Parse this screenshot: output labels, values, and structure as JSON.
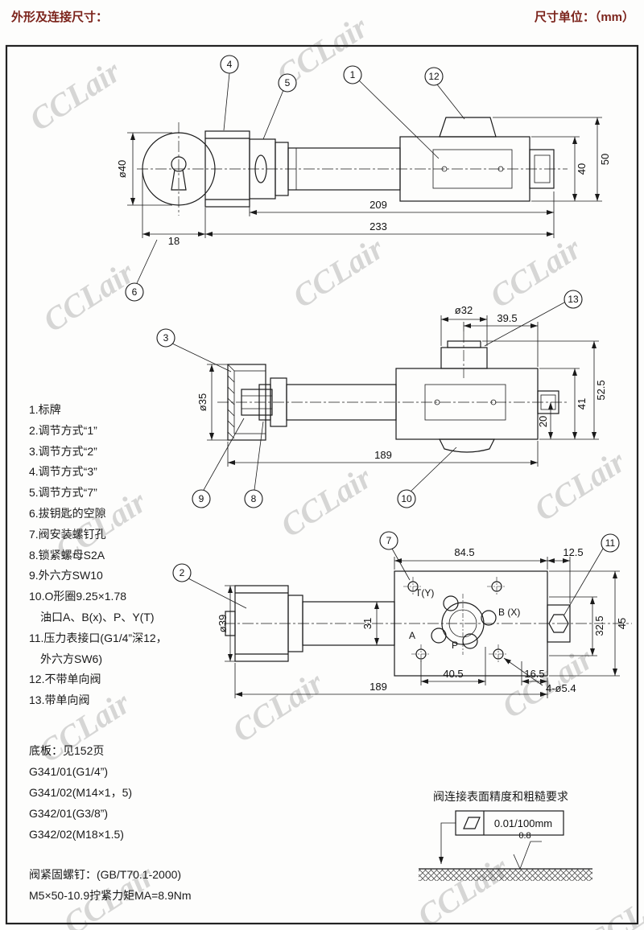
{
  "header": {
    "title": "外形及连接尺寸：",
    "unit": "尺寸单位：（mm）"
  },
  "watermark": {
    "text": "CCLair"
  },
  "d1": {
    "callout_1": "1",
    "callout_4": "4",
    "callout_5": "5",
    "callout_6": "6",
    "callout_12": "12",
    "dim_dia40": "ø40",
    "dim_18": "18",
    "dim_209": "209",
    "dim_233": "233",
    "dim_40": "40",
    "dim_50": "50"
  },
  "d2": {
    "callout_3": "3",
    "callout_8": "8",
    "callout_9": "9",
    "callout_10": "10",
    "callout_13": "13",
    "dim_dia32": "ø32",
    "dim_39_5": "39.5",
    "dim_dia35": "ø35",
    "dim_52_5": "52.5",
    "dim_41": "41",
    "dim_20": "20",
    "dim_189": "189"
  },
  "d3": {
    "callout_2": "2",
    "callout_7": "7",
    "callout_11": "11",
    "dim_84_5": "84.5",
    "dim_12_5": "12.5",
    "dim_dia39": "ø39",
    "dim_31": "31",
    "dim_32_5": "32.5",
    "dim_45": "45",
    "dim_40_5": "40.5",
    "dim_16_5": "16.5",
    "dim_189": "189",
    "dim_4dia5_4": "4-ø5.4",
    "port_ty": "T(Y)",
    "port_bx": "B (X)",
    "port_a": "A",
    "port_p": "P"
  },
  "parts": [
    "1.标牌",
    "2.调节方式“1”",
    "3.调节方式“2”",
    "4.调节方式“3”",
    "5.调节方式“7”",
    "6.拔钥匙的空隙",
    "7.阀安装螺钉孔",
    "8.锁紧螺母S2A",
    "9.外六方SW10",
    "10.O形圈9.25×1.78",
    "油口A、B(x)、P、Y(T)",
    "11.压力表接口(G1/4”深12，",
    "外六方SW6)",
    "12.不带单向阀",
    "13.带单向阀"
  ],
  "baseplate": [
    "底板：见152页",
    "G341/01(G1/4”)",
    "G341/02(M14×1，5)",
    "G342/01(G3/8”)",
    "G342/02(M18×1.5)"
  ],
  "screws": [
    "阀紧固螺钉：(GB/T70.1-2000)",
    "M5×50-10.9拧紧力矩MA=8.9Nm"
  ],
  "surface": {
    "title": "阀连接表面精度和粗糙要求",
    "flatness": "0.01/100mm",
    "roughness": "0.8"
  }
}
